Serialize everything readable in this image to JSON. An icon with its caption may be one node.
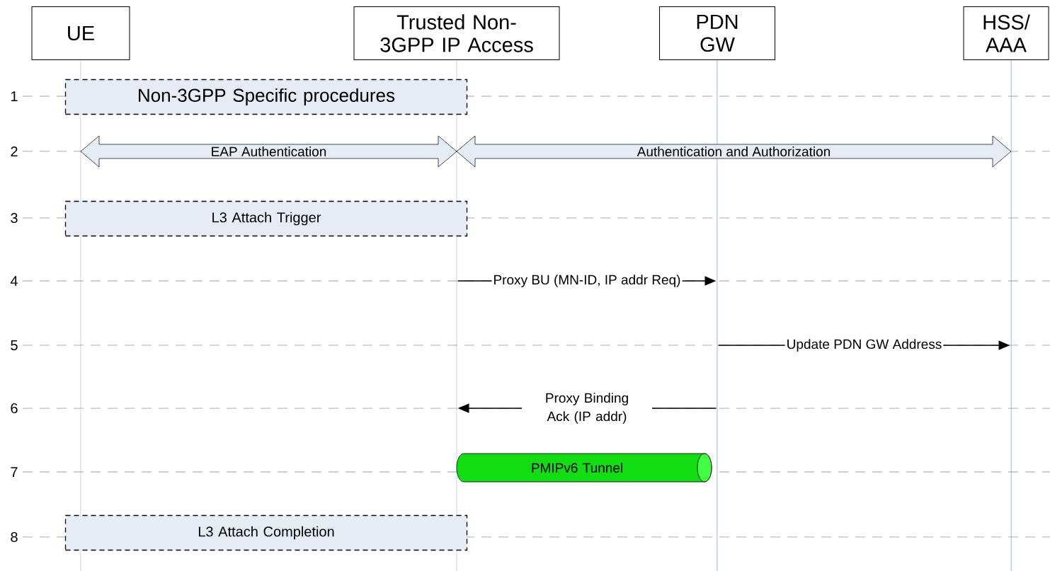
{
  "diagram": {
    "nodes": [
      {
        "text": [
          "UE"
        ]
      },
      {
        "text": [
          "Trusted Non-3GPP IP Access"
        ]
      },
      {
        "text": [
          "PDN GW"
        ]
      },
      {
        "text": [
          "HSS/ AAA"
        ]
      },
      {
        "text": [
          "Non-3GPP Specific procedures"
        ]
      },
      {
        "text": [
          "L3 Attach Trigger"
        ]
      },
      {
        "text": [
          "PMIPv6 Tunnel"
        ]
      },
      {
        "text": [
          "L3 Attach Completion"
        ]
      }
    ],
    "edges": [
      {
        "from": 0,
        "to": 1,
        "arrow": "both",
        "label": "EAP Authentication",
        "style": "thick"
      },
      {
        "from": 1,
        "to": 3,
        "arrow": "both",
        "label": "Authentication and Authorization",
        "style": "thick"
      },
      {
        "from": 1,
        "to": 2,
        "arrow": "to",
        "label": "Proxy BU (MN-ID, IP addr Req)"
      },
      {
        "from": 2,
        "to": 3,
        "arrow": "to",
        "label": "Update PDN GW Address"
      },
      {
        "from": 2,
        "to": 1,
        "arrow": "to",
        "label": "Proxy Binding Ack (IP addr)"
      }
    ],
    "labels": [
      "1",
      "2",
      "3",
      "4",
      "5",
      "6",
      "7",
      "8"
    ]
  }
}
